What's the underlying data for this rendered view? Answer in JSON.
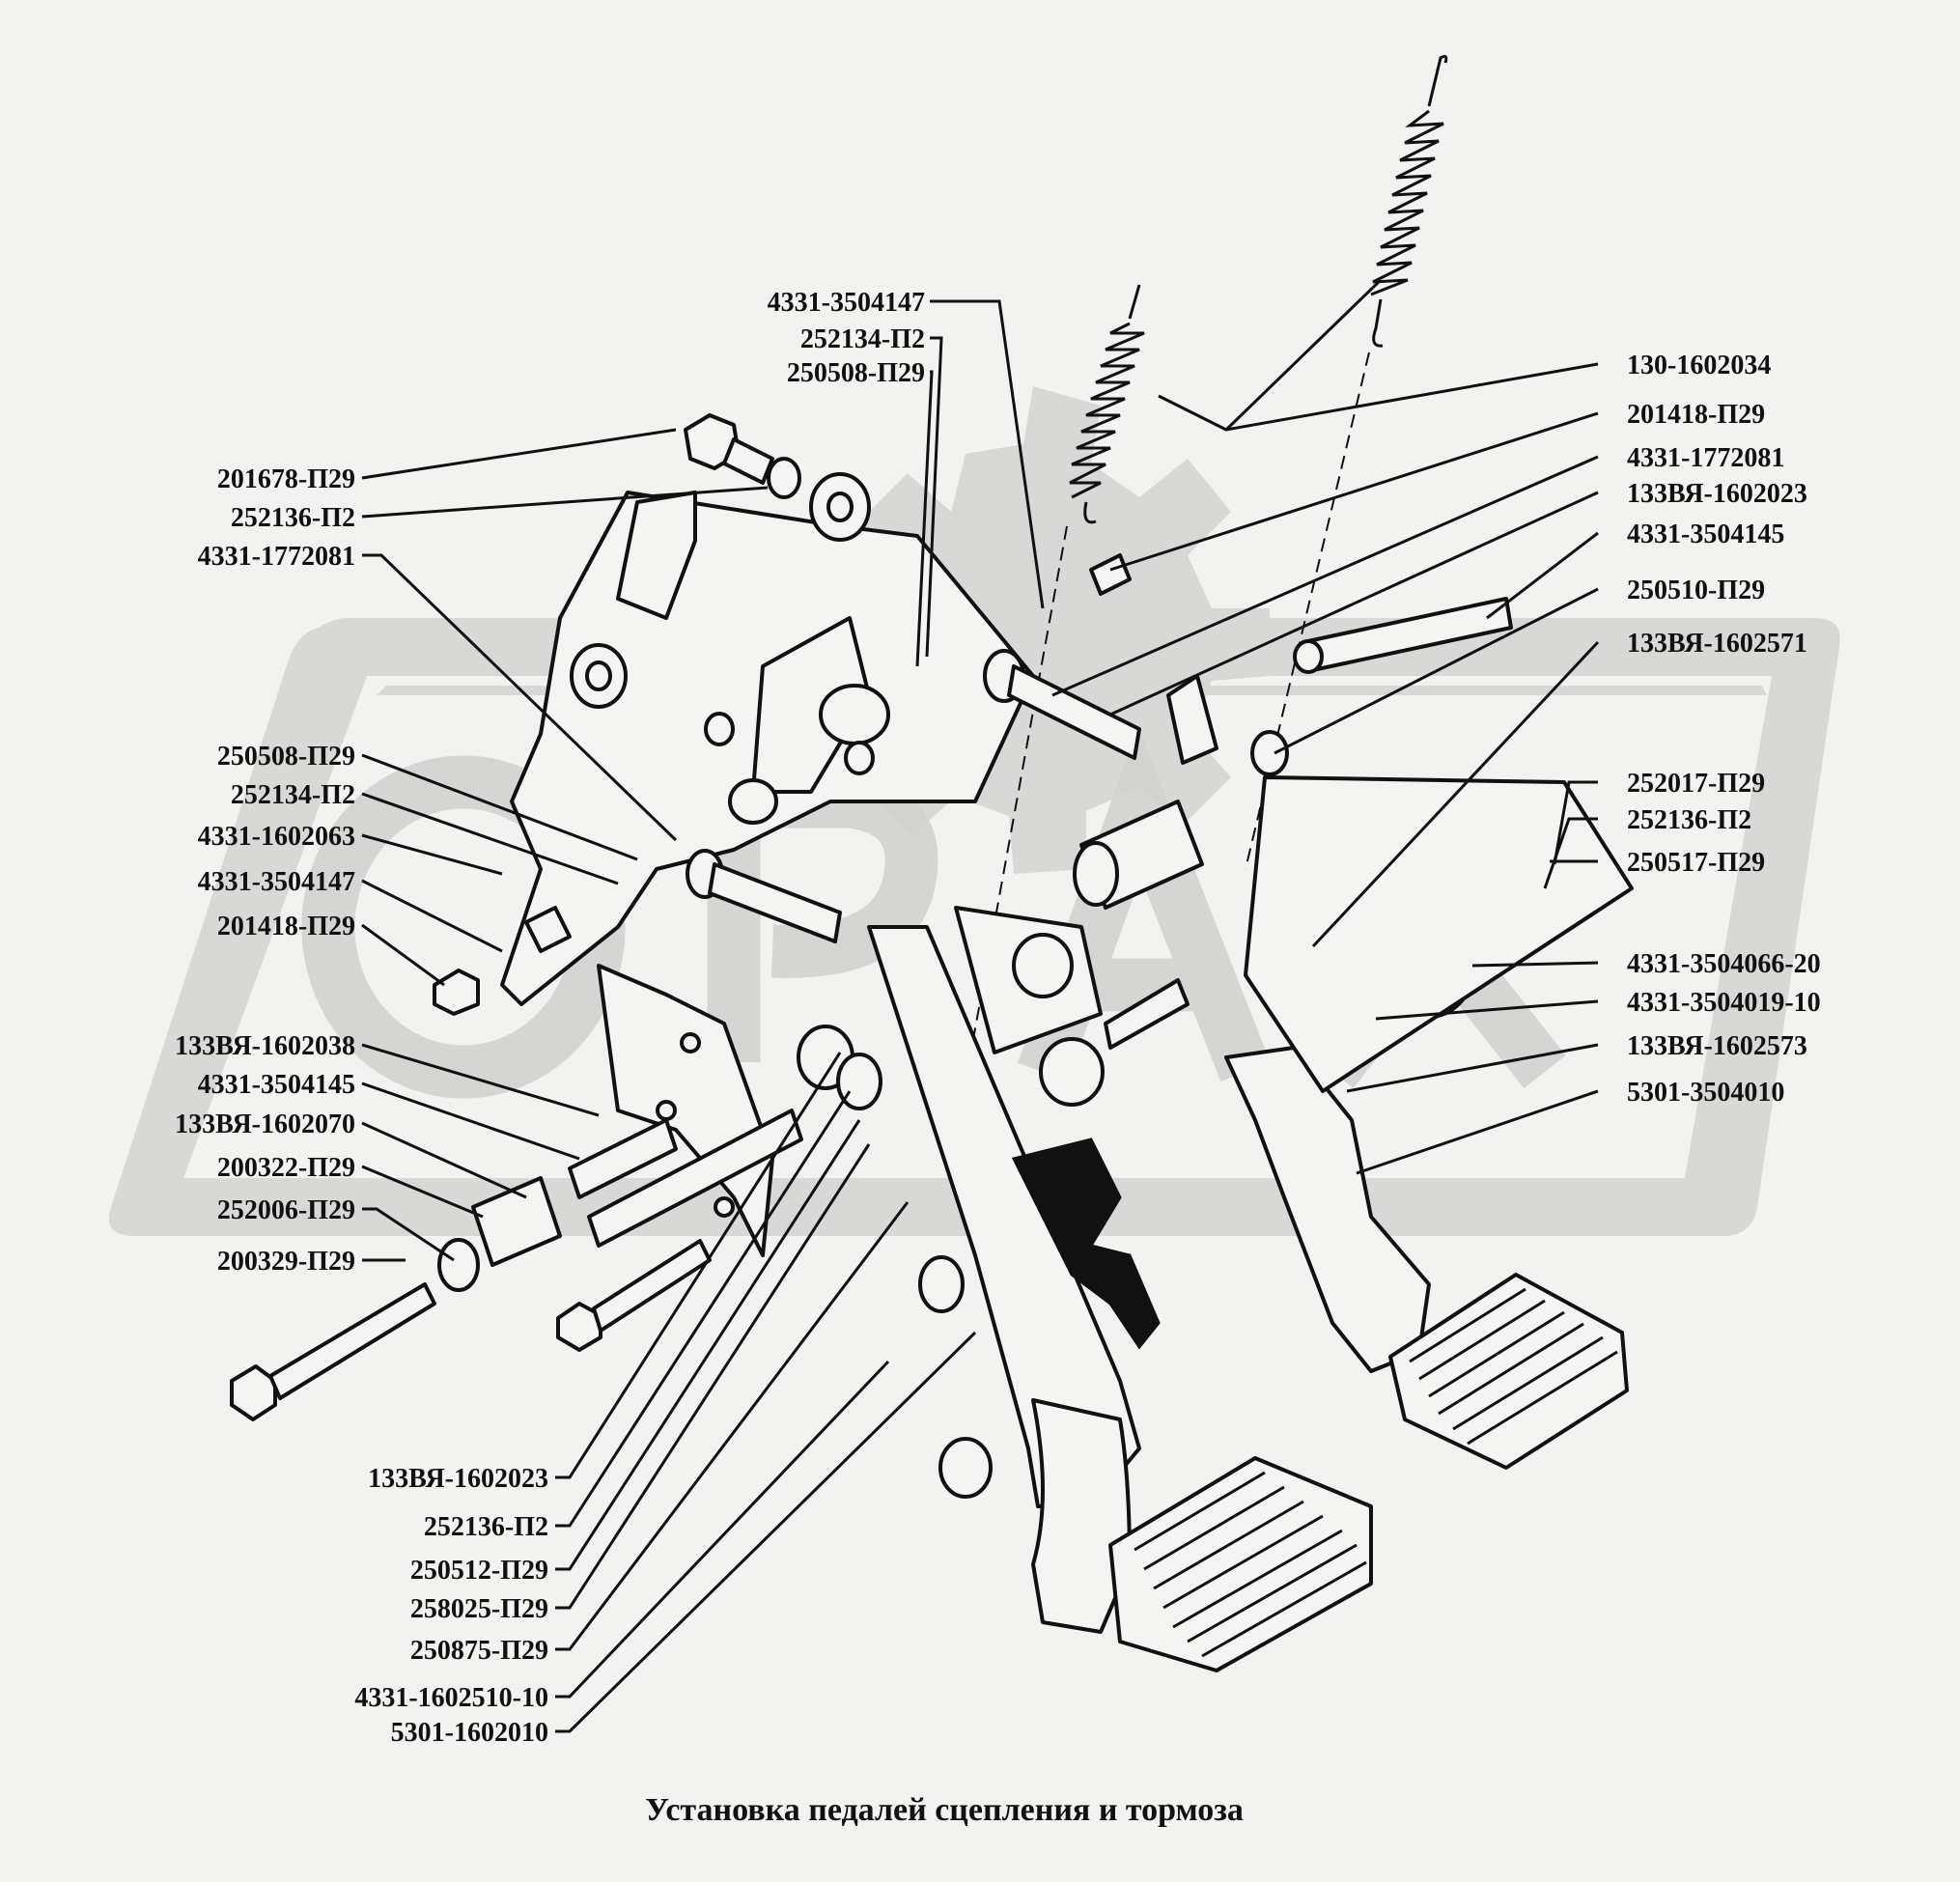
{
  "caption": "Установка педалей сцепления и тормоза",
  "colors": {
    "background": "#f2f2f0",
    "ink": "#111111",
    "watermark": "#d8d8d6"
  },
  "watermark": {
    "letters": "ОРАХ",
    "shape": "gear"
  },
  "callouts_left": [
    "201678-П29",
    "252136-П2",
    "4331-1772081",
    "250508-П29",
    "252134-П2",
    "4331-1602063",
    "4331-3504147",
    "201418-П29",
    "133ВЯ-1602038",
    "4331-3504145",
    "133ВЯ-1602070",
    "200322-П29",
    "252006-П29",
    "200329-П29"
  ],
  "callouts_top": [
    "4331-3504147",
    "252134-П2",
    "250508-П29"
  ],
  "callouts_right": [
    "130-1602034",
    "201418-П29",
    "4331-1772081",
    "133ВЯ-1602023",
    "4331-3504145",
    "250510-П29",
    "133ВЯ-1602571",
    "252017-П29",
    "252136-П2",
    "250517-П29",
    "4331-3504066-20",
    "4331-3504019-10",
    "133ВЯ-1602573",
    "5301-3504010"
  ],
  "callouts_bottom": [
    "133ВЯ-1602023",
    "252136-П2",
    "250512-П29",
    "258025-П29",
    "250875-П29",
    "4331-1602510-10",
    "5301-1602010"
  ]
}
